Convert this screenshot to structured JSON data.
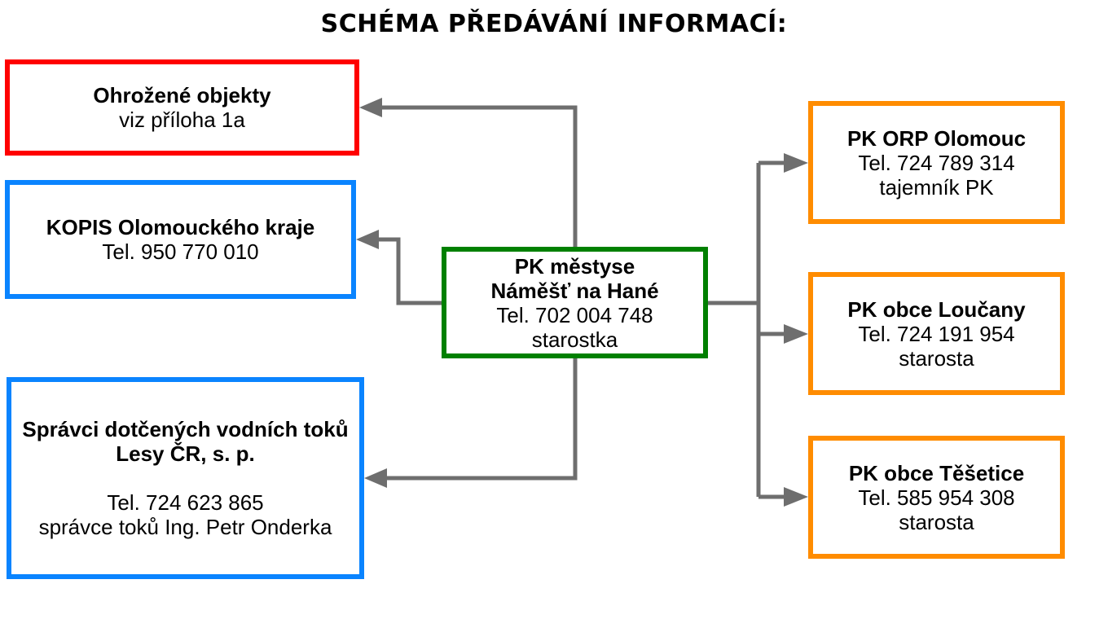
{
  "title": "SCHÉMA PŘEDÁVÁNÍ INFORMACÍ:",
  "colors": {
    "threat": "#ff0000",
    "authority": "#0a84ff",
    "center": "#008000",
    "municipality": "#ff8c00",
    "connector": "#6e6e6e"
  },
  "boxes": {
    "threatened_objects": {
      "heading": "Ohrožené objekty",
      "line1": "viz příloha 1a"
    },
    "kopis": {
      "heading": "KOPIS Olomouckého kraje",
      "phone": "Tel. 950 770 010"
    },
    "water_managers": {
      "heading1": "Správci dotčených vodních toků",
      "heading2": "Lesy ČR, s. p.",
      "phone": "Tel. 724 623 865",
      "contact": "správce toků Ing. Petr Onderka"
    },
    "center": {
      "heading1": "PK městyse",
      "heading2": "Náměšť na Hané",
      "phone": "Tel. 702 004 748",
      "role": "starostka"
    },
    "orp_olomouc": {
      "heading": "PK ORP Olomouc",
      "phone": "Tel. 724 789 314",
      "role": "tajemník PK"
    },
    "loucany": {
      "heading": "PK obce Loučany",
      "phone": "Tel. 724 191 954",
      "role": "starosta"
    },
    "tesetice": {
      "heading": "PK obce Těšetice",
      "phone": "Tel. 585 954 308",
      "role": "starosta"
    }
  }
}
